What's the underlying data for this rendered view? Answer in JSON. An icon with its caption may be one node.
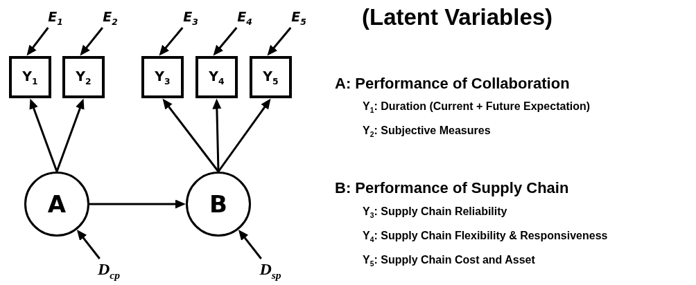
{
  "diagram": {
    "title": "(Latent Variables)",
    "nodes": [
      {
        "text": [
          "E$_{1}$"
        ]
      },
      {
        "text": [
          "E$_{2}$"
        ]
      },
      {
        "text": [
          "E$_{3}$"
        ]
      },
      {
        "text": [
          "E$_{4}$"
        ]
      },
      {
        "text": [
          "E$_{5}$"
        ]
      },
      {
        "text": [
          "Y$_{1}$"
        ]
      },
      {
        "text": [
          "Y$_{2}$"
        ]
      },
      {
        "text": [
          "Y$_{3}$"
        ]
      },
      {
        "text": [
          "Y$_{4}$"
        ]
      },
      {
        "text": [
          "Y$_{5}$"
        ]
      },
      {
        "text": [
          "A"
        ]
      },
      {
        "text": [
          "B"
        ]
      },
      {
        "text": [
          "D$_{cp}$"
        ]
      },
      {
        "text": [
          "D$_{sp}$"
        ]
      }
    ],
    "edges": [
      {
        "from": 0,
        "to": 5,
        "arrow": "to"
      },
      {
        "from": 1,
        "to": 6,
        "arrow": "to"
      },
      {
        "from": 2,
        "to": 7,
        "arrow": "to"
      },
      {
        "from": 3,
        "to": 8,
        "arrow": "to"
      },
      {
        "from": 4,
        "to": 9,
        "arrow": "to"
      },
      {
        "from": 10,
        "to": 5,
        "arrow": "to"
      },
      {
        "from": 10,
        "to": 6,
        "arrow": "to"
      },
      {
        "from": 11,
        "to": 7,
        "arrow": "to"
      },
      {
        "from": 11,
        "to": 8,
        "arrow": "to"
      },
      {
        "from": 11,
        "to": 9,
        "arrow": "to"
      },
      {
        "from": 10,
        "to": 11,
        "arrow": "to"
      },
      {
        "from": 12,
        "to": 10,
        "arrow": "to"
      },
      {
        "from": 13,
        "to": 11,
        "arrow": "to"
      }
    ],
    "labels": [
      "A: Performance of Collaboration",
      "Y$_{1}$: Duration (Current + Future Expectation)",
      "Y$_{2}$: Subjective Measures",
      "B: Performance of Supply Chain",
      "Y$_{3}$: Supply Chain Reliability",
      "Y$_{4}$: Supply Chain Flexibility & Responsiveness",
      "Y$_{5}$: Supply Chain Cost and Asset"
    ]
  }
}
